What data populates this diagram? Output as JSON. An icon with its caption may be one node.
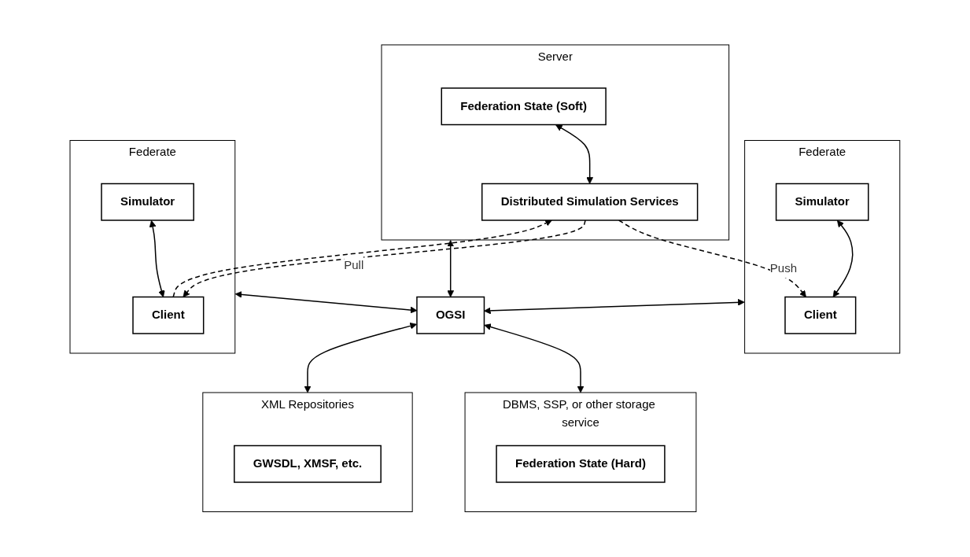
{
  "diagram": {
    "nodes": [
      {
        "text": [
          "Federate"
        ]
      },
      {
        "text": [
          "Simulator"
        ],
        "in": 0
      },
      {
        "text": [
          "Client"
        ],
        "in": 0
      },
      {
        "text": [
          "Server"
        ]
      },
      {
        "text": [
          "Federation State (Soft)"
        ],
        "in": 3
      },
      {
        "text": [
          "Distributed Simulation Services"
        ],
        "in": 3
      },
      {
        "text": [
          "Federate"
        ]
      },
      {
        "text": [
          "Simulator"
        ],
        "in": 6
      },
      {
        "text": [
          "Client"
        ],
        "in": 6
      },
      {
        "text": [
          "OGSI"
        ]
      },
      {
        "text": [
          "DBMS, SSP, or other storage service"
        ]
      },
      {
        "text": [
          "Federation State (Hard)"
        ],
        "in": 10
      },
      {
        "text": [
          "XML Repositories"
        ]
      },
      {
        "text": [
          "GWSDL, XMSF, etc."
        ],
        "in": 12
      }
    ],
    "edges": [
      {
        "from": 1,
        "to": 2,
        "arrow": "both"
      },
      {
        "from": 4,
        "to": 5,
        "arrow": "both"
      },
      {
        "from": 7,
        "to": 8,
        "arrow": "both"
      },
      {
        "from": 5,
        "to": 2,
        "arrow": "to",
        "style": "dashed",
        "label": "Push"
      },
      {
        "from": 8,
        "to": 5,
        "arrow": "to",
        "style": "dashed",
        "label": "Pull"
      },
      {
        "from": 5,
        "to": 8,
        "arrow": "to",
        "style": "dashed"
      },
      {
        "from": 0,
        "to": 9,
        "arrow": "both"
      },
      {
        "from": 3,
        "to": 9,
        "arrow": "both"
      },
      {
        "from": 6,
        "to": 9,
        "arrow": "both"
      },
      {
        "from": 9,
        "to": 10,
        "arrow": "both"
      },
      {
        "from": 9,
        "to": 12,
        "arrow": "both"
      }
    ]
  }
}
